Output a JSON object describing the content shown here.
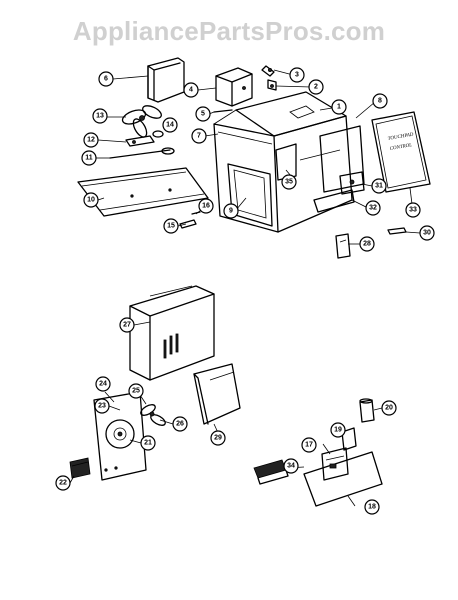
{
  "watermark": "AppliancePartsPros.com",
  "callouts": [
    "1",
    "2",
    "3",
    "4",
    "5",
    "6",
    "7",
    "8",
    "9",
    "10",
    "11",
    "12",
    "13",
    "14",
    "15",
    "16",
    "17",
    "18",
    "19",
    "20",
    "21",
    "22",
    "23",
    "24",
    "25",
    "26",
    "27",
    "28",
    "29",
    "30",
    "31",
    "32",
    "33",
    "34",
    "35"
  ],
  "panel_text": [
    "TOUCHPAD",
    "CONTROL"
  ]
}
